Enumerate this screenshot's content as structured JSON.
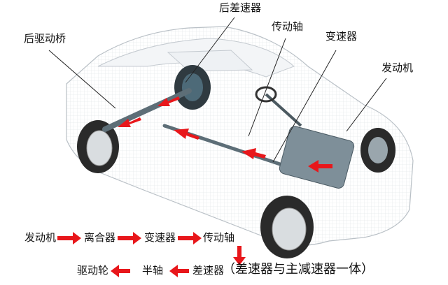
{
  "labels": {
    "rear_differential": "后差速器",
    "drive_shaft": "传动轴",
    "transmission": "变速器",
    "engine": "发动机",
    "rear_drive_axle": "后驱动桥"
  },
  "flow": {
    "row1": [
      "发动机",
      "离合器",
      "变速器",
      "传动轴"
    ],
    "row2": [
      "驱动轮",
      "半轴",
      "差速器"
    ],
    "note": "（差速器与主减速器一体）"
  },
  "colors": {
    "arrow": "#e8171b",
    "line": "#222222",
    "wire": "#c9ced4",
    "component": "#3d5f6e"
  }
}
